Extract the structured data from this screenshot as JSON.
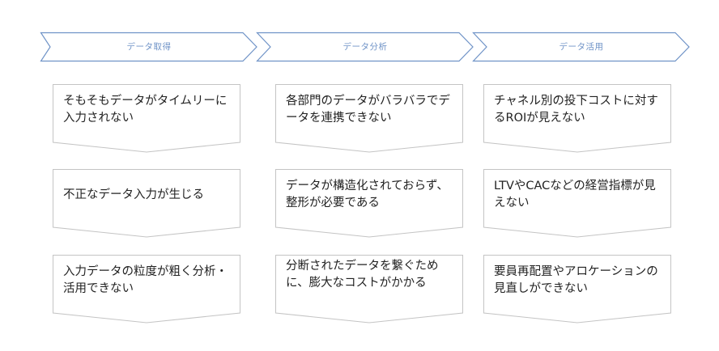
{
  "columns": [
    {
      "header": "データ取得",
      "cards": [
        "そもそもデータがタイムリーに入力されない",
        "不正なデータ入力が生じる",
        "入力データの粒度が粗く分析・活用できない"
      ]
    },
    {
      "header": "データ分析",
      "cards": [
        "各部門のデータがバラバラでデータを連携できない",
        "データが構造化されておらず、整形が必要である",
        "分断されたデータを繋ぐために、膨大なコストがかかる"
      ]
    },
    {
      "header": "データ活用",
      "cards": [
        "チャネル別の投下コストに対するROIが見えない",
        "LTVやCACなどの経営指標が見えない",
        "要員再配置やアロケーションの見直しができない"
      ]
    }
  ],
  "colors": {
    "header_stroke": "#6f93c7",
    "header_text": "#6f93c7",
    "card_stroke": "#c4c4c4",
    "card_text": "#222222"
  }
}
